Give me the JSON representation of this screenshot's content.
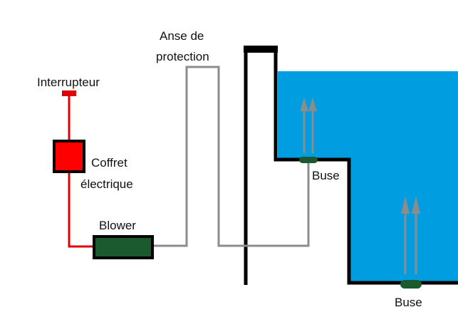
{
  "labels": {
    "switch": "Interrupteur",
    "box_line1": "Coffret",
    "box_line2": "électrique",
    "blower": "Blower",
    "loop_line1": "Anse de",
    "loop_line2": "protection",
    "nozzle_upper": "Buse",
    "nozzle_lower": "Buse"
  },
  "colors": {
    "water": "#009ee0",
    "electric": "#e00000",
    "pipe": "#8c8c8c",
    "blower": "#1a5a2e",
    "wall": "#000000"
  }
}
